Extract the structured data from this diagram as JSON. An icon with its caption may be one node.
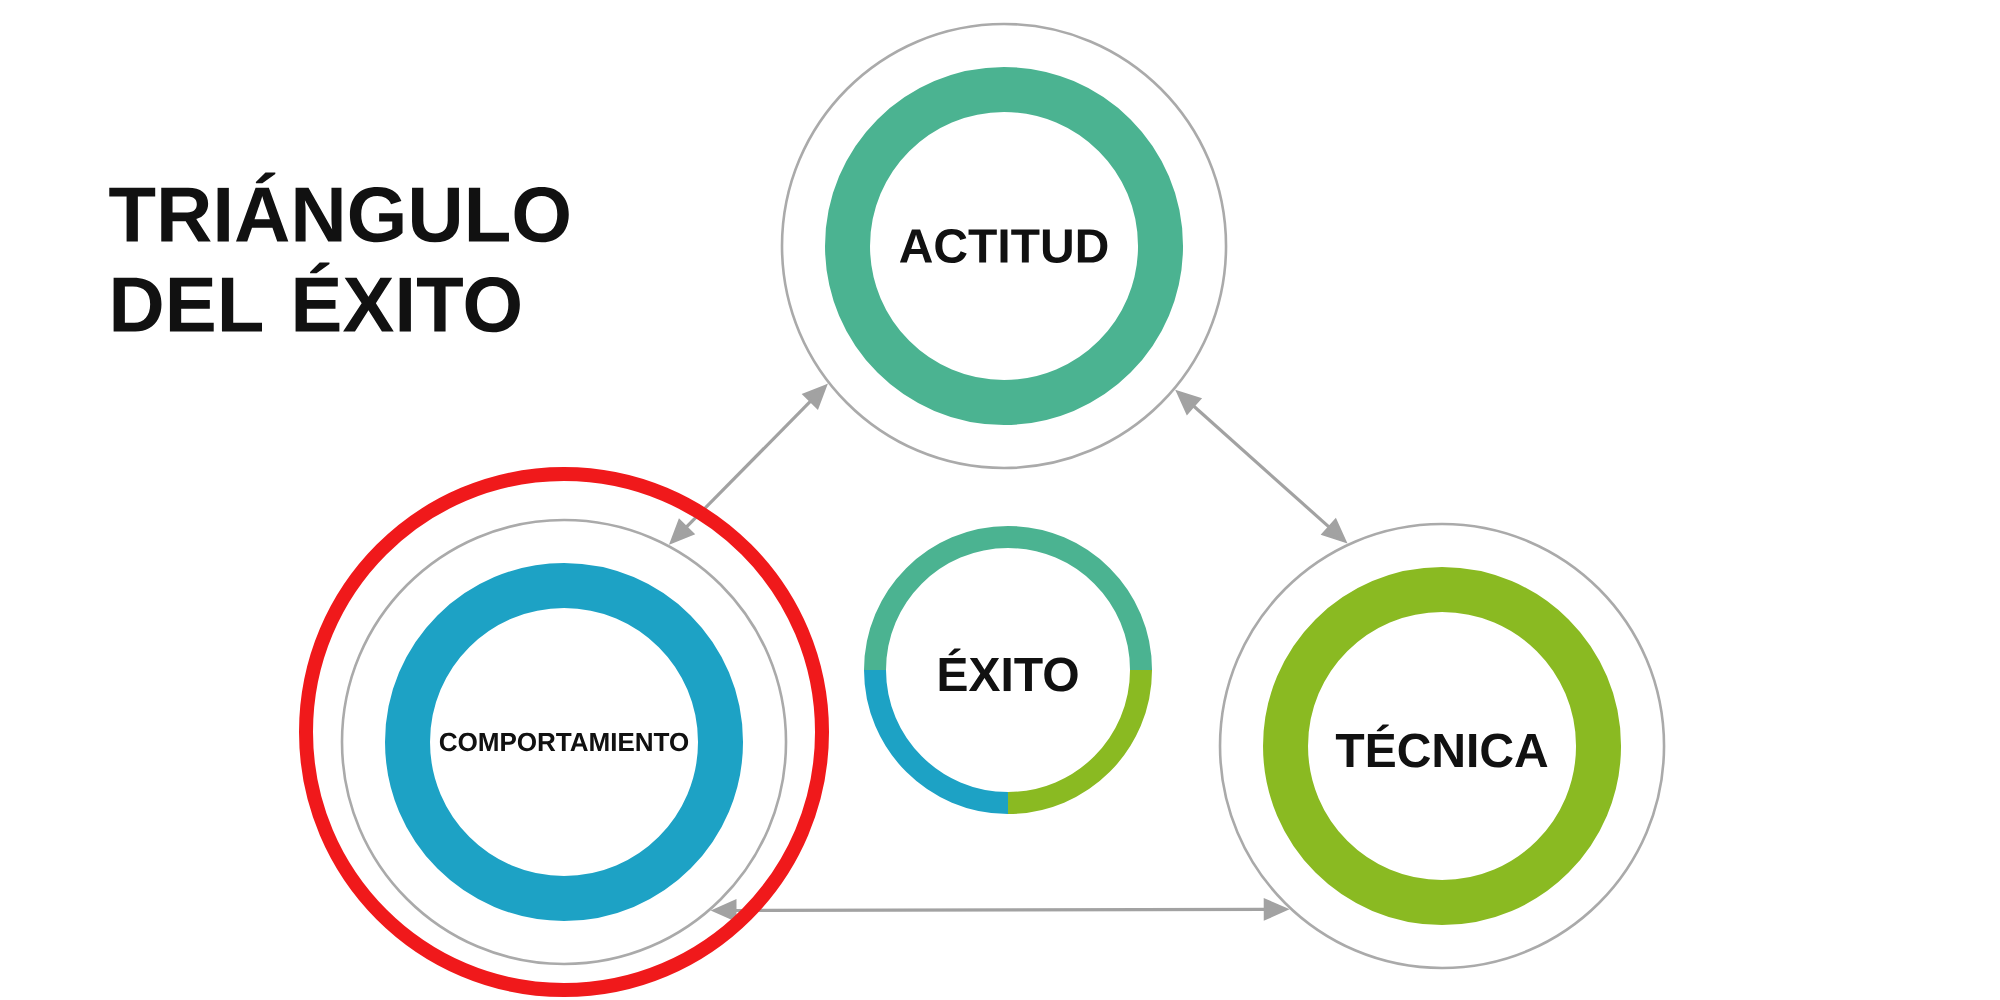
{
  "diagram": {
    "title": "TRIÁNGULO DEL ÉXITO",
    "nodes": [
      {
        "text": [
          "ACTITUD"
        ]
      },
      {
        "text": [
          "COMPORTAMIENTO"
        ]
      },
      {
        "text": [
          "ÉXITO"
        ]
      },
      {
        "text": [
          "TÉCNICA"
        ]
      }
    ],
    "edges": [
      {
        "from": 0,
        "to": 1,
        "arrow": "both"
      },
      {
        "from": 0,
        "to": 3,
        "arrow": "both"
      },
      {
        "from": 1,
        "to": 3,
        "arrow": "both"
      }
    ]
  }
}
